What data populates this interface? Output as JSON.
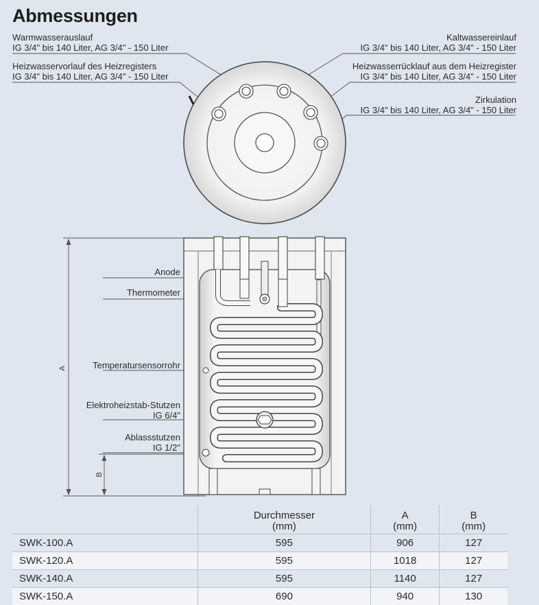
{
  "title": "Abmessungen",
  "top_labels": {
    "warmwasser_title": "Warmwasserauslauf",
    "warmwasser_spec": "IG 3/4\" bis 140 Liter, AG 3/4\" - 150 Liter",
    "kaltwasser_title": "Kaltwassereinlauf",
    "kaltwasser_spec": "IG 3/4\" bis 140 Liter, AG 3/4\" - 150 Liter",
    "vorlauf_title": "Heizwasservorlauf des Heizregisters",
    "vorlauf_spec": "IG 3/4\" bis 140 Liter, AG 3/4\" - 150 Liter",
    "ruecklauf_title": "Heizwasserrücklauf aus dem Heizregister",
    "ruecklauf_spec": "IG 3/4\" bis 140 Liter, AG 3/4\" - 150 Liter",
    "zirkulation_title": "Zirkulation",
    "zirkulation_spec": "IG 3/4\" bis 140 Liter, AG 3/4\" - 150 Liter"
  },
  "side_labels": {
    "anode": "Anode",
    "thermometer": "Thermometer",
    "temperatursensorrohr": "Temperatursensorrohr",
    "elektro_title": "Elektroheizstab-Stutzen",
    "elektro_spec": "IG 6/4\"",
    "ablass_title": "Ablassstutzen",
    "ablass_spec": "IG 1/2\""
  },
  "dimensions": {
    "a": "A",
    "b": "B"
  },
  "table": {
    "headers": [
      {
        "line1": "",
        "line2": ""
      },
      {
        "line1": "Durchmesser",
        "line2": "(mm)"
      },
      {
        "line1": "A",
        "line2": "(mm)"
      },
      {
        "line1": "B",
        "line2": "(mm)"
      }
    ],
    "rows": [
      {
        "model": "SWK-100.A",
        "durchmesser": "595",
        "a": "906",
        "b": "127"
      },
      {
        "model": "SWK-120.A",
        "durchmesser": "595",
        "a": "1018",
        "b": "127"
      },
      {
        "model": "SWK-140.A",
        "durchmesser": "595",
        "a": "1140",
        "b": "127"
      },
      {
        "model": "SWK-150.A",
        "durchmesser": "690",
        "a": "940",
        "b": "130"
      }
    ]
  }
}
